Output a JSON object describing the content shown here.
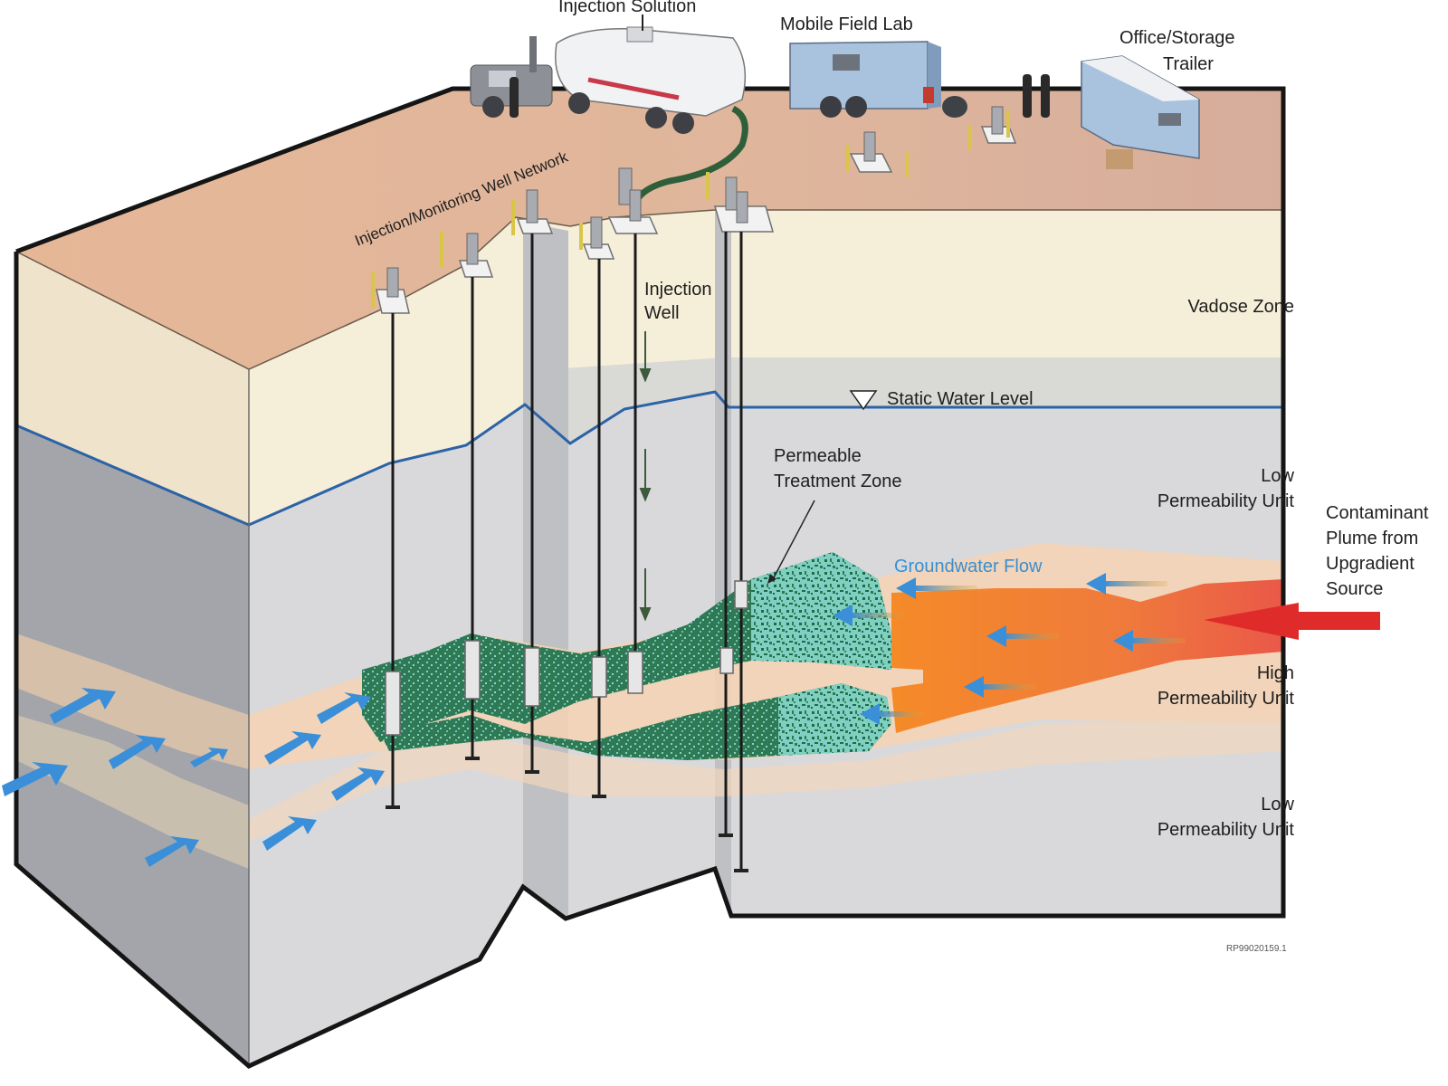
{
  "title": "In Situ Treatment: Injection/Monitoring Well Network Cross-Section",
  "labels": {
    "injection_solution": "Injection Solution",
    "mobile_field_lab": "Mobile Field Lab",
    "office_storage_trailer_1": "Office/Storage",
    "office_storage_trailer_2": "Trailer",
    "well_network": "Injection/Monitoring Well Network",
    "injection_well_1": "Injection",
    "injection_well_2": "Well",
    "vadose_zone": "Vadose Zone",
    "static_water_level": "Static Water Level",
    "permeable_treatment_zone_1": "Permeable",
    "permeable_treatment_zone_2": "Treatment Zone",
    "groundwater_flow": "Groundwater Flow",
    "low_perm_upper_1": "Low",
    "low_perm_upper_2": "Permeability Unit",
    "high_perm_1": "High",
    "high_perm_2": "Permeability Unit",
    "low_perm_lower_1": "Low",
    "low_perm_lower_2": "Permeability Unit",
    "contaminant_1": "Contaminant",
    "contaminant_2": "Plume from",
    "contaminant_3": "Upgradient",
    "contaminant_4": "Source",
    "figure_id": "RP99020159.1"
  },
  "colors": {
    "ground_surface": "#e2b597",
    "vadose": "#f3ead3",
    "saturated": "#d9d9dc",
    "saturated_shadow": "#9c9ea3",
    "water_level": "#2b63a6",
    "plume_orange": "#f08a3a",
    "plume_red": "#e84c3d",
    "treatment_green": "#2f7a55",
    "treatment_teal": "#7fd0c5",
    "groundwater_arrow": "#3a8fd8",
    "high_perm_band": "#f3c9a8"
  }
}
